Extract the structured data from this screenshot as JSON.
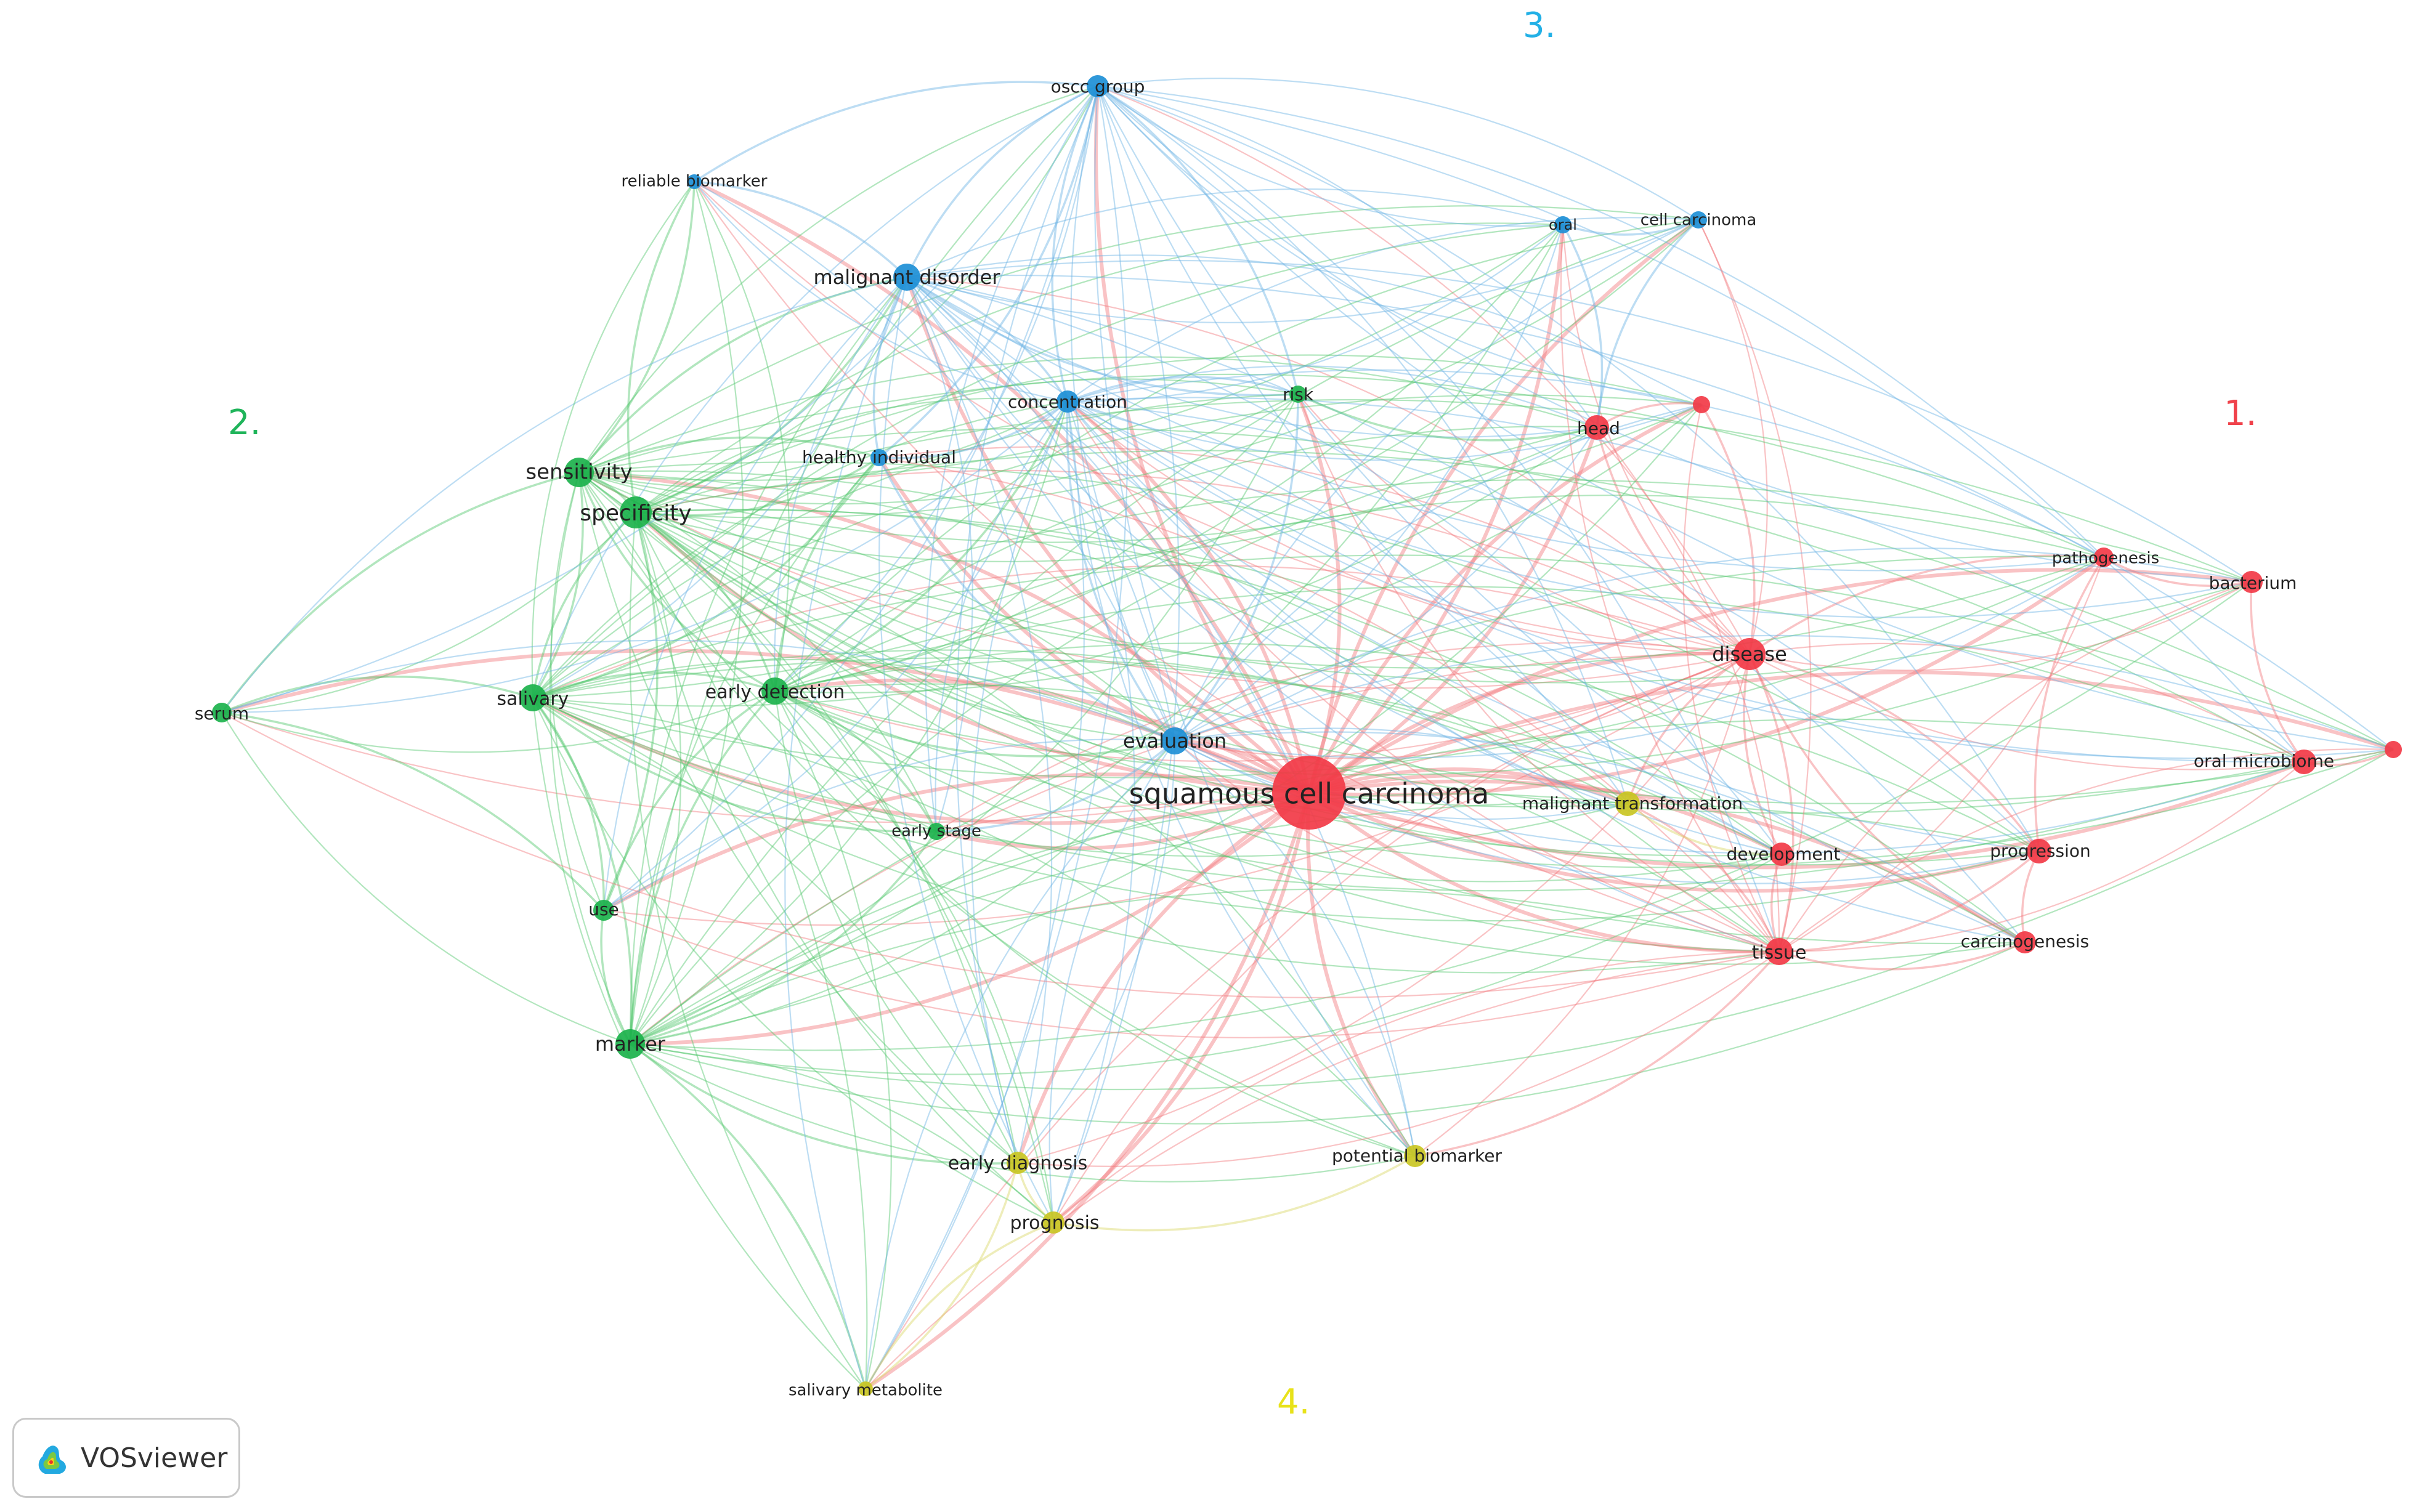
{
  "app": {
    "name": "VOSviewer"
  },
  "clusters": [
    {
      "id": 1,
      "label": "1.",
      "color": "#f0424b"
    },
    {
      "id": 2,
      "label": "2.",
      "color": "#1fb45a"
    },
    {
      "id": 3,
      "label": "3.",
      "color": "#22b0e6"
    },
    {
      "id": 4,
      "label": "4.",
      "color": "#e8e21a"
    }
  ],
  "node_colors": {
    "1": "#f23a46",
    "2": "#1cb24c",
    "3": "#1d8fd6",
    "4": "#c9c523"
  },
  "link_colors": {
    "1": "#f27a7f",
    "2": "#55c76e",
    "3": "#6cb4e4",
    "4": "#dad665"
  },
  "nodes": [
    {
      "id": "scc",
      "label": "squamous cell carcinoma",
      "cluster": 1
    },
    {
      "id": "disease",
      "label": "disease",
      "cluster": 1
    },
    {
      "id": "head",
      "label": "head",
      "cluster": 1
    },
    {
      "id": "unlabeled",
      "label": "",
      "cluster": 1
    },
    {
      "id": "pathogenesis",
      "label": "pathogenesis",
      "cluster": 1
    },
    {
      "id": "bacterium",
      "label": "bacterium",
      "cluster": 1
    },
    {
      "id": "oral_microbiome",
      "label": "oral microbiome",
      "cluster": 1
    },
    {
      "id": "unlabeled2",
      "label": "",
      "cluster": 1
    },
    {
      "id": "progression",
      "label": "progression",
      "cluster": 1
    },
    {
      "id": "development",
      "label": "development",
      "cluster": 1
    },
    {
      "id": "tissue",
      "label": "tissue",
      "cluster": 1
    },
    {
      "id": "carcinogenesis",
      "label": "carcinogenesis",
      "cluster": 1
    },
    {
      "id": "sensitivity",
      "label": "sensitivity",
      "cluster": 2
    },
    {
      "id": "specificity",
      "label": "specificity",
      "cluster": 2
    },
    {
      "id": "serum",
      "label": "serum",
      "cluster": 2
    },
    {
      "id": "salivary",
      "label": "salivary",
      "cluster": 2
    },
    {
      "id": "early_detection",
      "label": "early detection",
      "cluster": 2
    },
    {
      "id": "early_stage",
      "label": "early stage",
      "cluster": 2
    },
    {
      "id": "use",
      "label": "use",
      "cluster": 2
    },
    {
      "id": "marker",
      "label": "marker",
      "cluster": 2
    },
    {
      "id": "risk",
      "label": "risk",
      "cluster": 2
    },
    {
      "id": "oscc_group",
      "label": "oscc group",
      "cluster": 3
    },
    {
      "id": "reliable_biomarker",
      "label": "reliable biomarker",
      "cluster": 3
    },
    {
      "id": "malignant_disorder",
      "label": "malignant disorder",
      "cluster": 3
    },
    {
      "id": "concentration",
      "label": "concentration",
      "cluster": 3
    },
    {
      "id": "healthy_individual",
      "label": "healthy individual",
      "cluster": 3
    },
    {
      "id": "oral",
      "label": "oral",
      "cluster": 3
    },
    {
      "id": "cell_carcinoma",
      "label": "cell carcinoma",
      "cluster": 3
    },
    {
      "id": "evaluation",
      "label": "evaluation",
      "cluster": 3
    },
    {
      "id": "malignant_transformation",
      "label": "malignant transformation",
      "cluster": 4
    },
    {
      "id": "early_diagnosis",
      "label": "early diagnosis",
      "cluster": 4
    },
    {
      "id": "prognosis",
      "label": "prognosis",
      "cluster": 4
    },
    {
      "id": "potential_biomarker",
      "label": "potential biomarker",
      "cluster": 4
    },
    {
      "id": "salivary_metabolite",
      "label": "salivary metabolite",
      "cluster": 4
    }
  ]
}
